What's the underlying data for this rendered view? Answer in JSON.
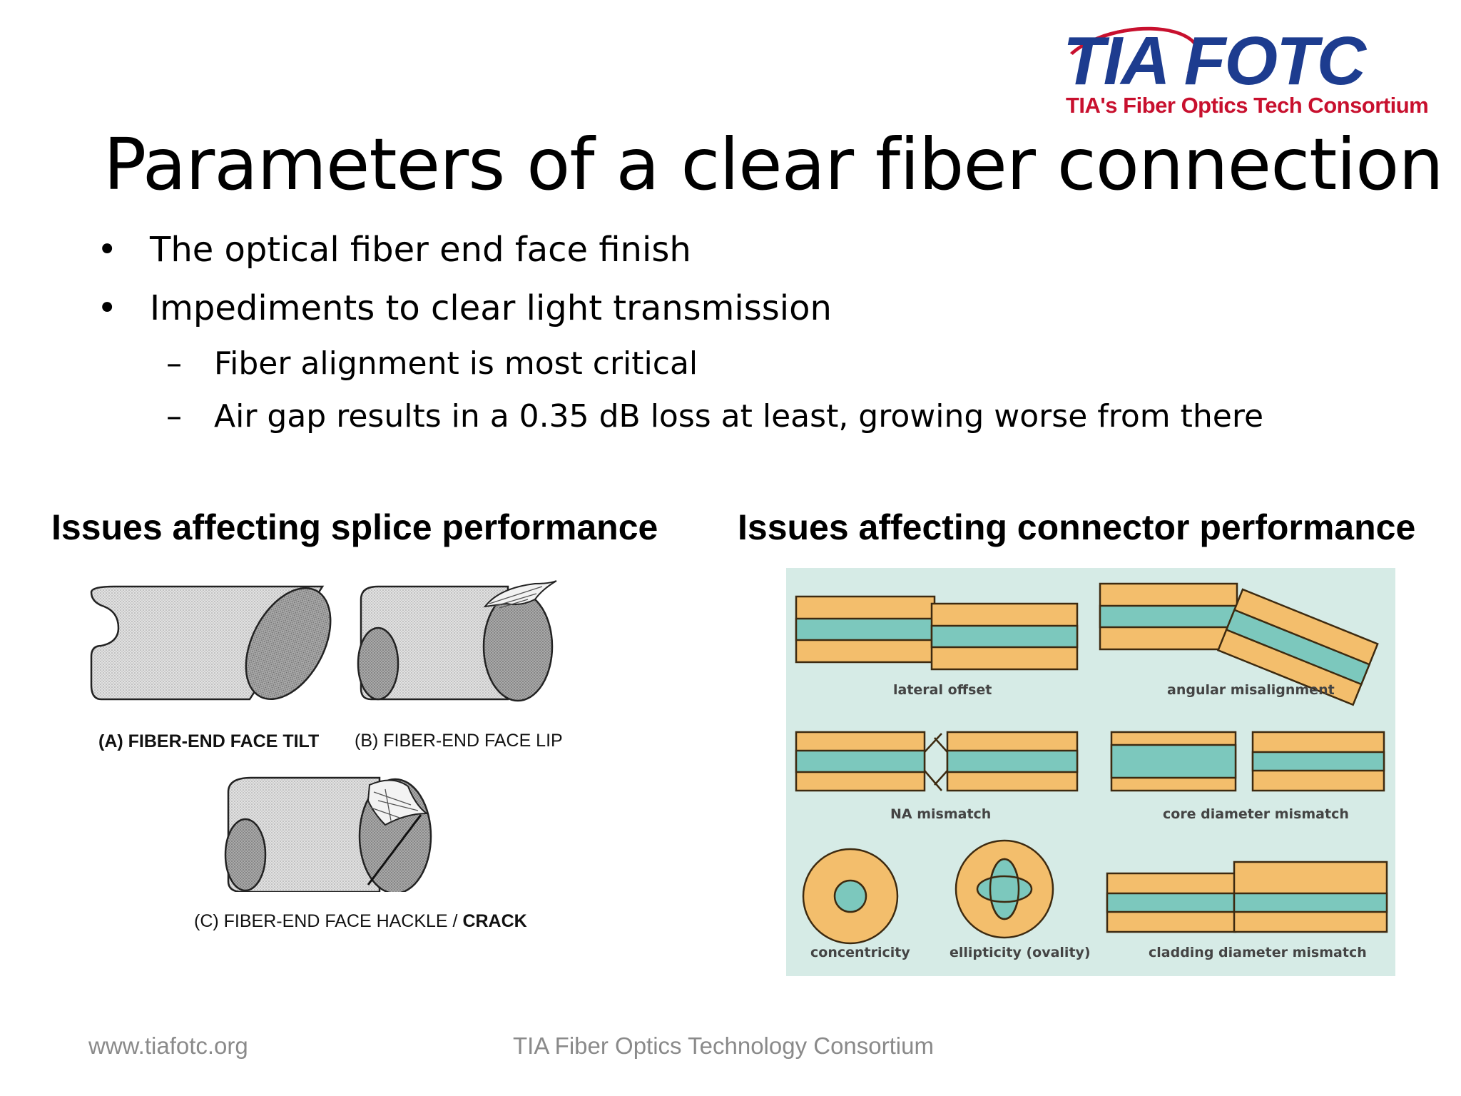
{
  "logo": {
    "wordmark": "TIA FOTC",
    "tagline": "TIA's Fiber Optics Tech Consortium",
    "colors": {
      "blue": "#1d3c8f",
      "red": "#c8102e"
    }
  },
  "title": "Parameters of a clear fiber connection",
  "bullets": [
    {
      "text": "The optical fiber end face finish",
      "marker": "•"
    },
    {
      "text": "Impediments to clear light transmission",
      "marker": "•",
      "sub": [
        {
          "text": "Fiber alignment is most critical",
          "marker": "–"
        },
        {
          "text": "Air gap results in a 0.35 dB loss at least, growing worse from there",
          "marker": "–"
        }
      ]
    }
  ],
  "splice": {
    "heading": "Issues affecting splice performance",
    "captions": {
      "a": "(A) FIBER-END FACE TILT",
      "b": "(B) FIBER-END FACE LIP",
      "c_prefix": "(C) FIBER-END FACE HACKLE / ",
      "c_bold": "CRACK"
    }
  },
  "connector": {
    "heading": "Issues affecting connector performance",
    "labels": {
      "lateral": "lateral offset",
      "angular": "angular misalignment",
      "na": "NA mismatch",
      "core": "core diameter mismatch",
      "concentricity": "concentricity",
      "ellipticity": "ellipticity (ovality)",
      "cladding": "cladding diameter mismatch"
    },
    "colors": {
      "panel": "#d6ebe6",
      "cladding": "#f3be6c",
      "core": "#7cc8bd",
      "outline": "#3d2a10"
    }
  },
  "footer": {
    "url": "www.tiafotc.org",
    "org": "TIA Fiber Optics Technology Consortium"
  }
}
